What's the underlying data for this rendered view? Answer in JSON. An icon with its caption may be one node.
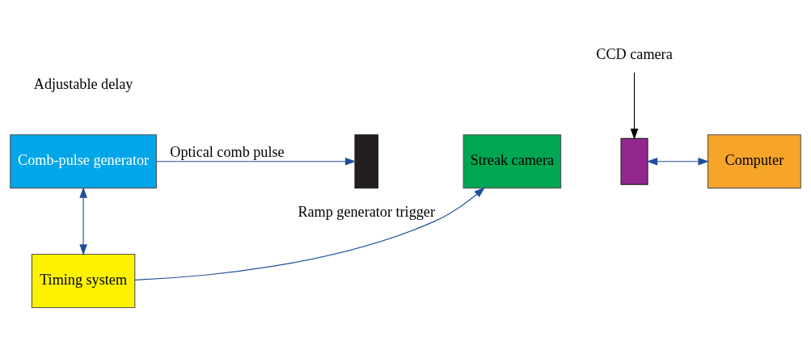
{
  "diagram": {
    "nodes": [
      {
        "text": [
          "Comb-pulse generator"
        ]
      },
      {
        "text": [
          "Timing system"
        ]
      },
      {
        "text": [],
        "shape": "box"
      },
      {
        "text": [
          "Streak camera"
        ]
      },
      {
        "text": [
          "CCD camera"
        ]
      },
      {
        "text": [],
        "shape": "box"
      },
      {
        "text": [
          "Computer"
        ]
      }
    ],
    "edges": [
      {
        "from": 0,
        "to": 2,
        "arrow": "to",
        "label": "Optical comb pulse"
      },
      {
        "from": 0,
        "to": 1,
        "arrow": "both"
      },
      {
        "from": 1,
        "to": 3,
        "arrow": "to",
        "label": "Ramp generator trigger"
      },
      {
        "from": 4,
        "to": 5,
        "arrow": "to",
        "color": "#000000"
      },
      {
        "from": 5,
        "to": 6,
        "arrow": "both"
      }
    ],
    "labels": [
      "Adjustable delay"
    ]
  }
}
